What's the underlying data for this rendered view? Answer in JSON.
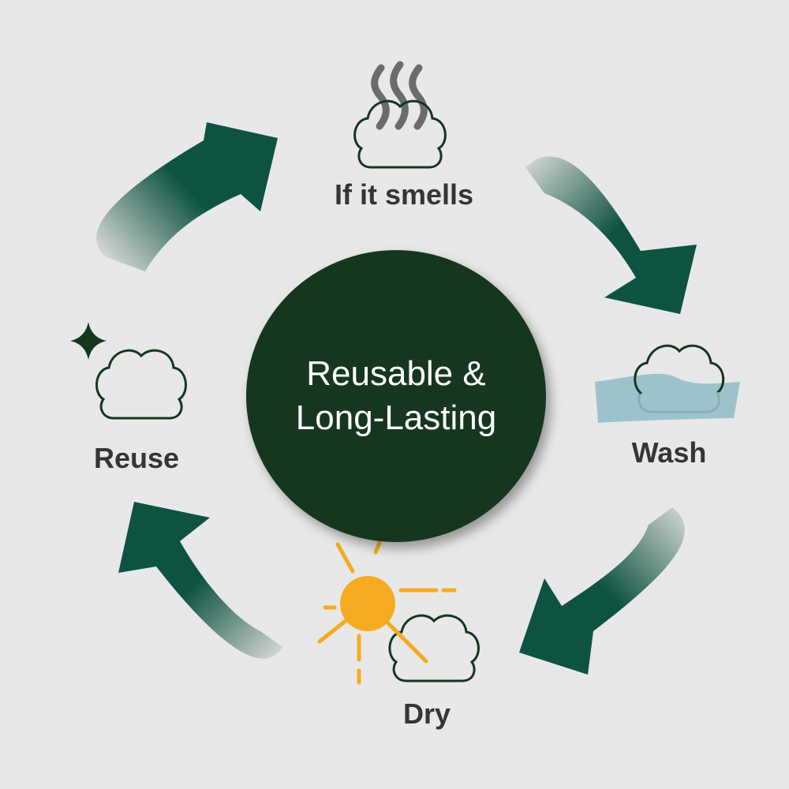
{
  "center": {
    "line1": "Reusable &",
    "line2": "Long-Lasting"
  },
  "steps": [
    {
      "id": "smells",
      "label": "If it smells",
      "icon": "steaming-puff-icon"
    },
    {
      "id": "wash",
      "label": "Wash",
      "icon": "puff-in-water-icon"
    },
    {
      "id": "dry",
      "label": "Dry",
      "icon": "sun-and-puff-icon"
    },
    {
      "id": "reuse",
      "label": "Reuse",
      "icon": "sparkle-puff-icon"
    }
  ],
  "colors": {
    "background": "#e8e8e8",
    "center_fill": "#16361f",
    "arrow_green": "#0e5341",
    "arrow_fade": "#e8e8e8",
    "puff_outline": "#16361f",
    "steam": "#6b6b6b",
    "water": "#9dc2cb",
    "sun": "#f5ab21",
    "label_text": "#353535"
  }
}
